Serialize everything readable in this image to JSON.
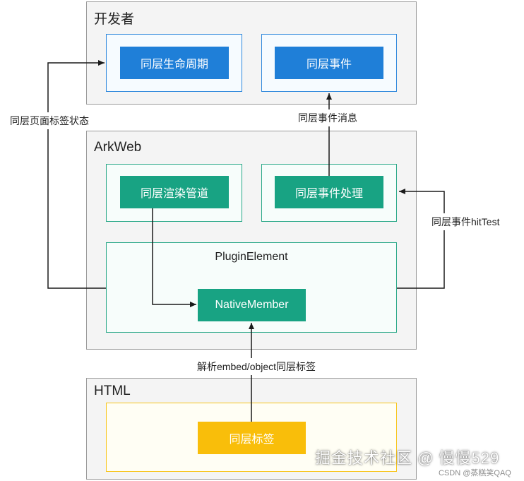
{
  "layers": {
    "developer": {
      "title": "开发者",
      "lifecycle": "同层生命周期",
      "events": "同层事件"
    },
    "arkweb": {
      "title": "ArkWeb",
      "render_pipeline": "同层渲染管道",
      "event_handling": "同层事件处理",
      "plugin_element": "PluginElement",
      "native_member": "NativeMember"
    },
    "html": {
      "title": "HTML",
      "same_layer_tag": "同层标签"
    }
  },
  "edges": {
    "page_tag_state": "同层页面标签状态",
    "event_message": "同层事件消息",
    "event_hittest": "同层事件hitTest",
    "parse_tags": "解析embed/object同层标签"
  },
  "watermark": {
    "main": "掘金技术社区 @ 慢慢529",
    "sub": "CSDN @蒸糕笑QAQ"
  },
  "colors": {
    "blue": "#1f7fd8",
    "green": "#18a383",
    "yellow": "#f9be0a",
    "layer_bg": "#f4f4f4",
    "arrow": "#1a1a1a"
  }
}
